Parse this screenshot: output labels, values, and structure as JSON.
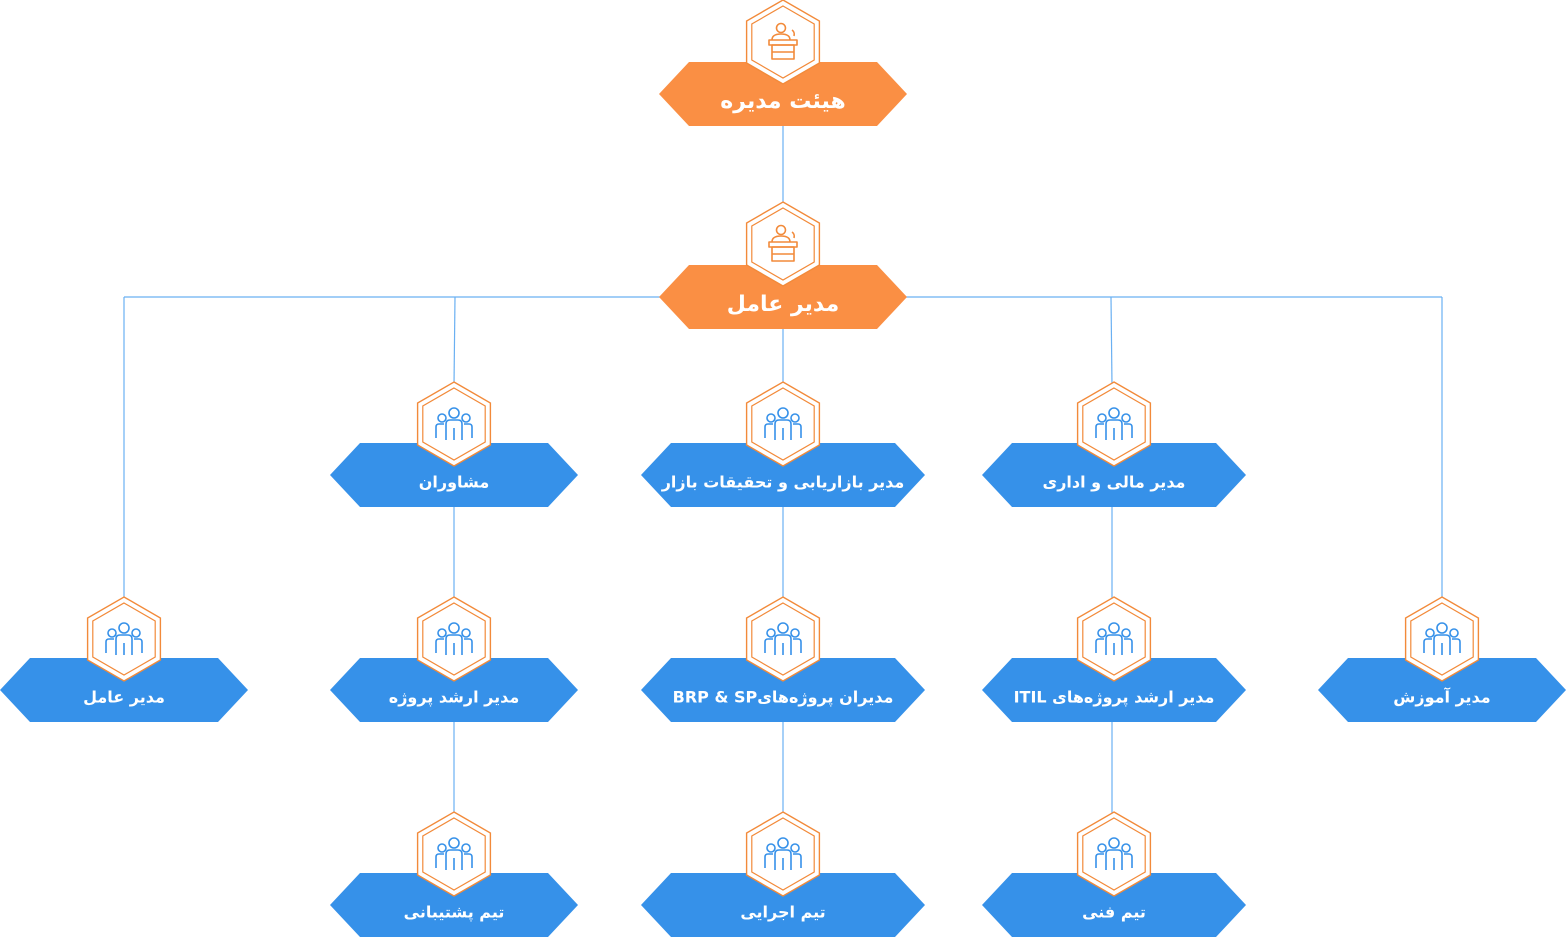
{
  "colors": {
    "primary_orange": "#FA8F44",
    "primary_blue": "#3691E9",
    "connector_line": "#6AB0F2",
    "icon_stroke_blue": "#3691E9",
    "icon_stroke_orange": "#F28A3A",
    "hex_badge_fill": "#FFFFFF"
  },
  "nodes": {
    "board": {
      "label": "هیئت مدیره",
      "icon": "speaker-podium-icon",
      "level": "top",
      "color": "orange"
    },
    "ceo": {
      "label": "مدیر عامل",
      "icon": "speaker-podium-icon",
      "level": "second",
      "color": "orange"
    },
    "advisors": {
      "label": "مشاوران",
      "icon": "team-icon",
      "color": "blue"
    },
    "marketing_manager": {
      "label": "مدیر بازاریابی و تحقیقات بازار",
      "icon": "team-icon",
      "color": "blue"
    },
    "finance_manager": {
      "label": "مدیر مالی و اداری",
      "icon": "team-icon",
      "color": "blue"
    },
    "ceo_sub": {
      "label": "مدیر عامل",
      "icon": "team-icon",
      "color": "blue"
    },
    "senior_project_manager": {
      "label": "مدیر ارشد پروژه",
      "icon": "team-icon",
      "color": "blue"
    },
    "brp_sp_managers": {
      "label": "مدیران پروژه‌هایBRP & SP",
      "icon": "team-icon",
      "color": "blue"
    },
    "itil_senior_manager": {
      "label": "مدیر ارشد پروژه‌های ITIL",
      "icon": "team-icon",
      "color": "blue"
    },
    "training_manager": {
      "label": "مدیر آموزش",
      "icon": "team-icon",
      "color": "blue"
    },
    "support_team": {
      "label": "تیم پشتیبانی",
      "icon": "team-icon",
      "color": "blue"
    },
    "execution_team": {
      "label": "تیم اجرایی",
      "icon": "team-icon",
      "color": "blue"
    },
    "technical_team": {
      "label": "تیم فنی",
      "icon": "team-icon",
      "color": "blue"
    }
  },
  "edges": [
    [
      "board",
      "ceo"
    ],
    [
      "ceo",
      "ceo_sub"
    ],
    [
      "ceo",
      "advisors"
    ],
    [
      "ceo",
      "marketing_manager"
    ],
    [
      "ceo",
      "finance_manager"
    ],
    [
      "ceo",
      "training_manager"
    ],
    [
      "advisors",
      "senior_project_manager"
    ],
    [
      "senior_project_manager",
      "support_team"
    ],
    [
      "marketing_manager",
      "brp_sp_managers"
    ],
    [
      "brp_sp_managers",
      "execution_team"
    ],
    [
      "finance_manager",
      "itil_senior_manager"
    ],
    [
      "itil_senior_manager",
      "technical_team"
    ]
  ]
}
